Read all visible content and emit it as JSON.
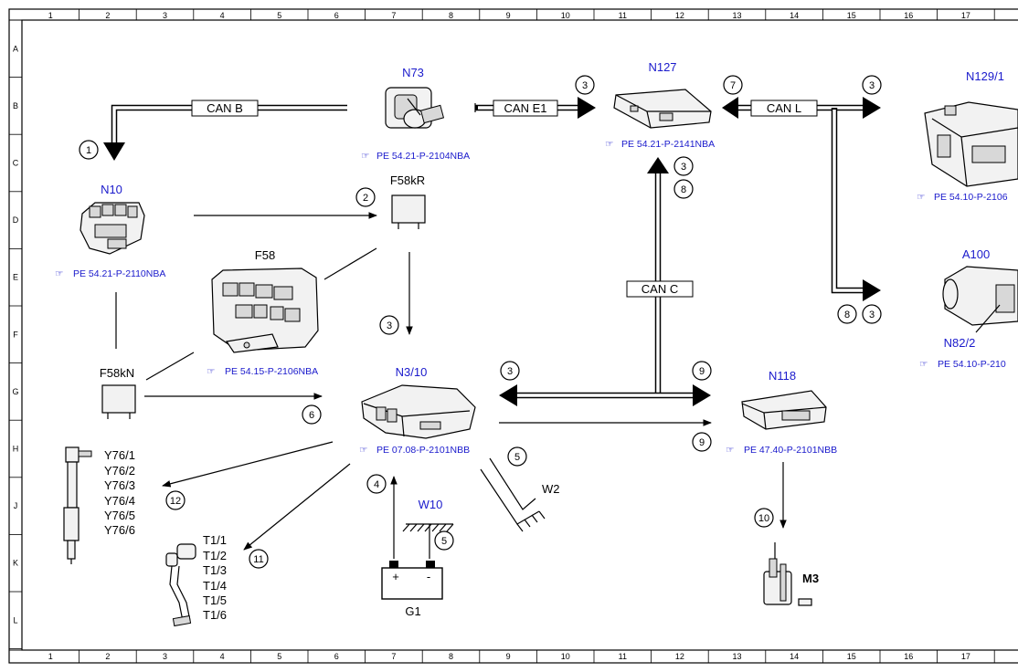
{
  "grid": {
    "columns": [
      "1",
      "2",
      "3",
      "4",
      "5",
      "6",
      "7",
      "8",
      "9",
      "10",
      "11",
      "12",
      "13",
      "14",
      "15",
      "16",
      "17"
    ],
    "rows": [
      "A",
      "B",
      "C",
      "D",
      "E",
      "F",
      "G",
      "H",
      "J",
      "K",
      "L"
    ]
  },
  "components": {
    "n73": {
      "label": "N73",
      "ref": "PE 54.21-P-2104NBA"
    },
    "n127": {
      "label": "N127",
      "ref": "PE 54.21-P-2141NBA"
    },
    "n129": {
      "label": "N129/1",
      "ref": "PE 54.10-P-2106"
    },
    "n10": {
      "label": "N10",
      "ref": "PE 54.21-P-2110NBA"
    },
    "f58kr": {
      "label": "F58kR"
    },
    "f58": {
      "label": "F58",
      "ref": "PE 54.15-P-2106NBA"
    },
    "f58kn": {
      "label": "F58kN"
    },
    "n3_10": {
      "label": "N3/10",
      "ref": "PE 07.08-P-2101NBB"
    },
    "n118": {
      "label": "N118",
      "ref": "PE 47.40-P-2101NBB"
    },
    "a100": {
      "label": "A100"
    },
    "n82_2": {
      "label": "N82/2",
      "ref": "PE 54.10-P-210"
    },
    "w10": {
      "label": "W10"
    },
    "w2": {
      "label": "W2"
    },
    "g1": {
      "label": "G1",
      "plus": "+",
      "minus": "-"
    },
    "m3": {
      "label": "M3"
    },
    "injectors": [
      "Y76/1",
      "Y76/2",
      "Y76/3",
      "Y76/4",
      "Y76/5",
      "Y76/6"
    ],
    "glow_plugs": [
      "T1/1",
      "T1/2",
      "T1/3",
      "T1/4",
      "T1/5",
      "T1/6"
    ]
  },
  "buses": {
    "can_b": "CAN B",
    "can_e1": "CAN E1",
    "can_l": "CAN L",
    "can_c": "CAN C"
  },
  "callouts": [
    "1",
    "2",
    "3",
    "3",
    "3",
    "3",
    "3",
    "3",
    "4",
    "5",
    "5",
    "6",
    "7",
    "8",
    "8",
    "9",
    "9",
    "10",
    "11",
    "12"
  ],
  "colors": {
    "label_blue": "#1a1acc",
    "line": "#000000",
    "background": "#ffffff"
  }
}
